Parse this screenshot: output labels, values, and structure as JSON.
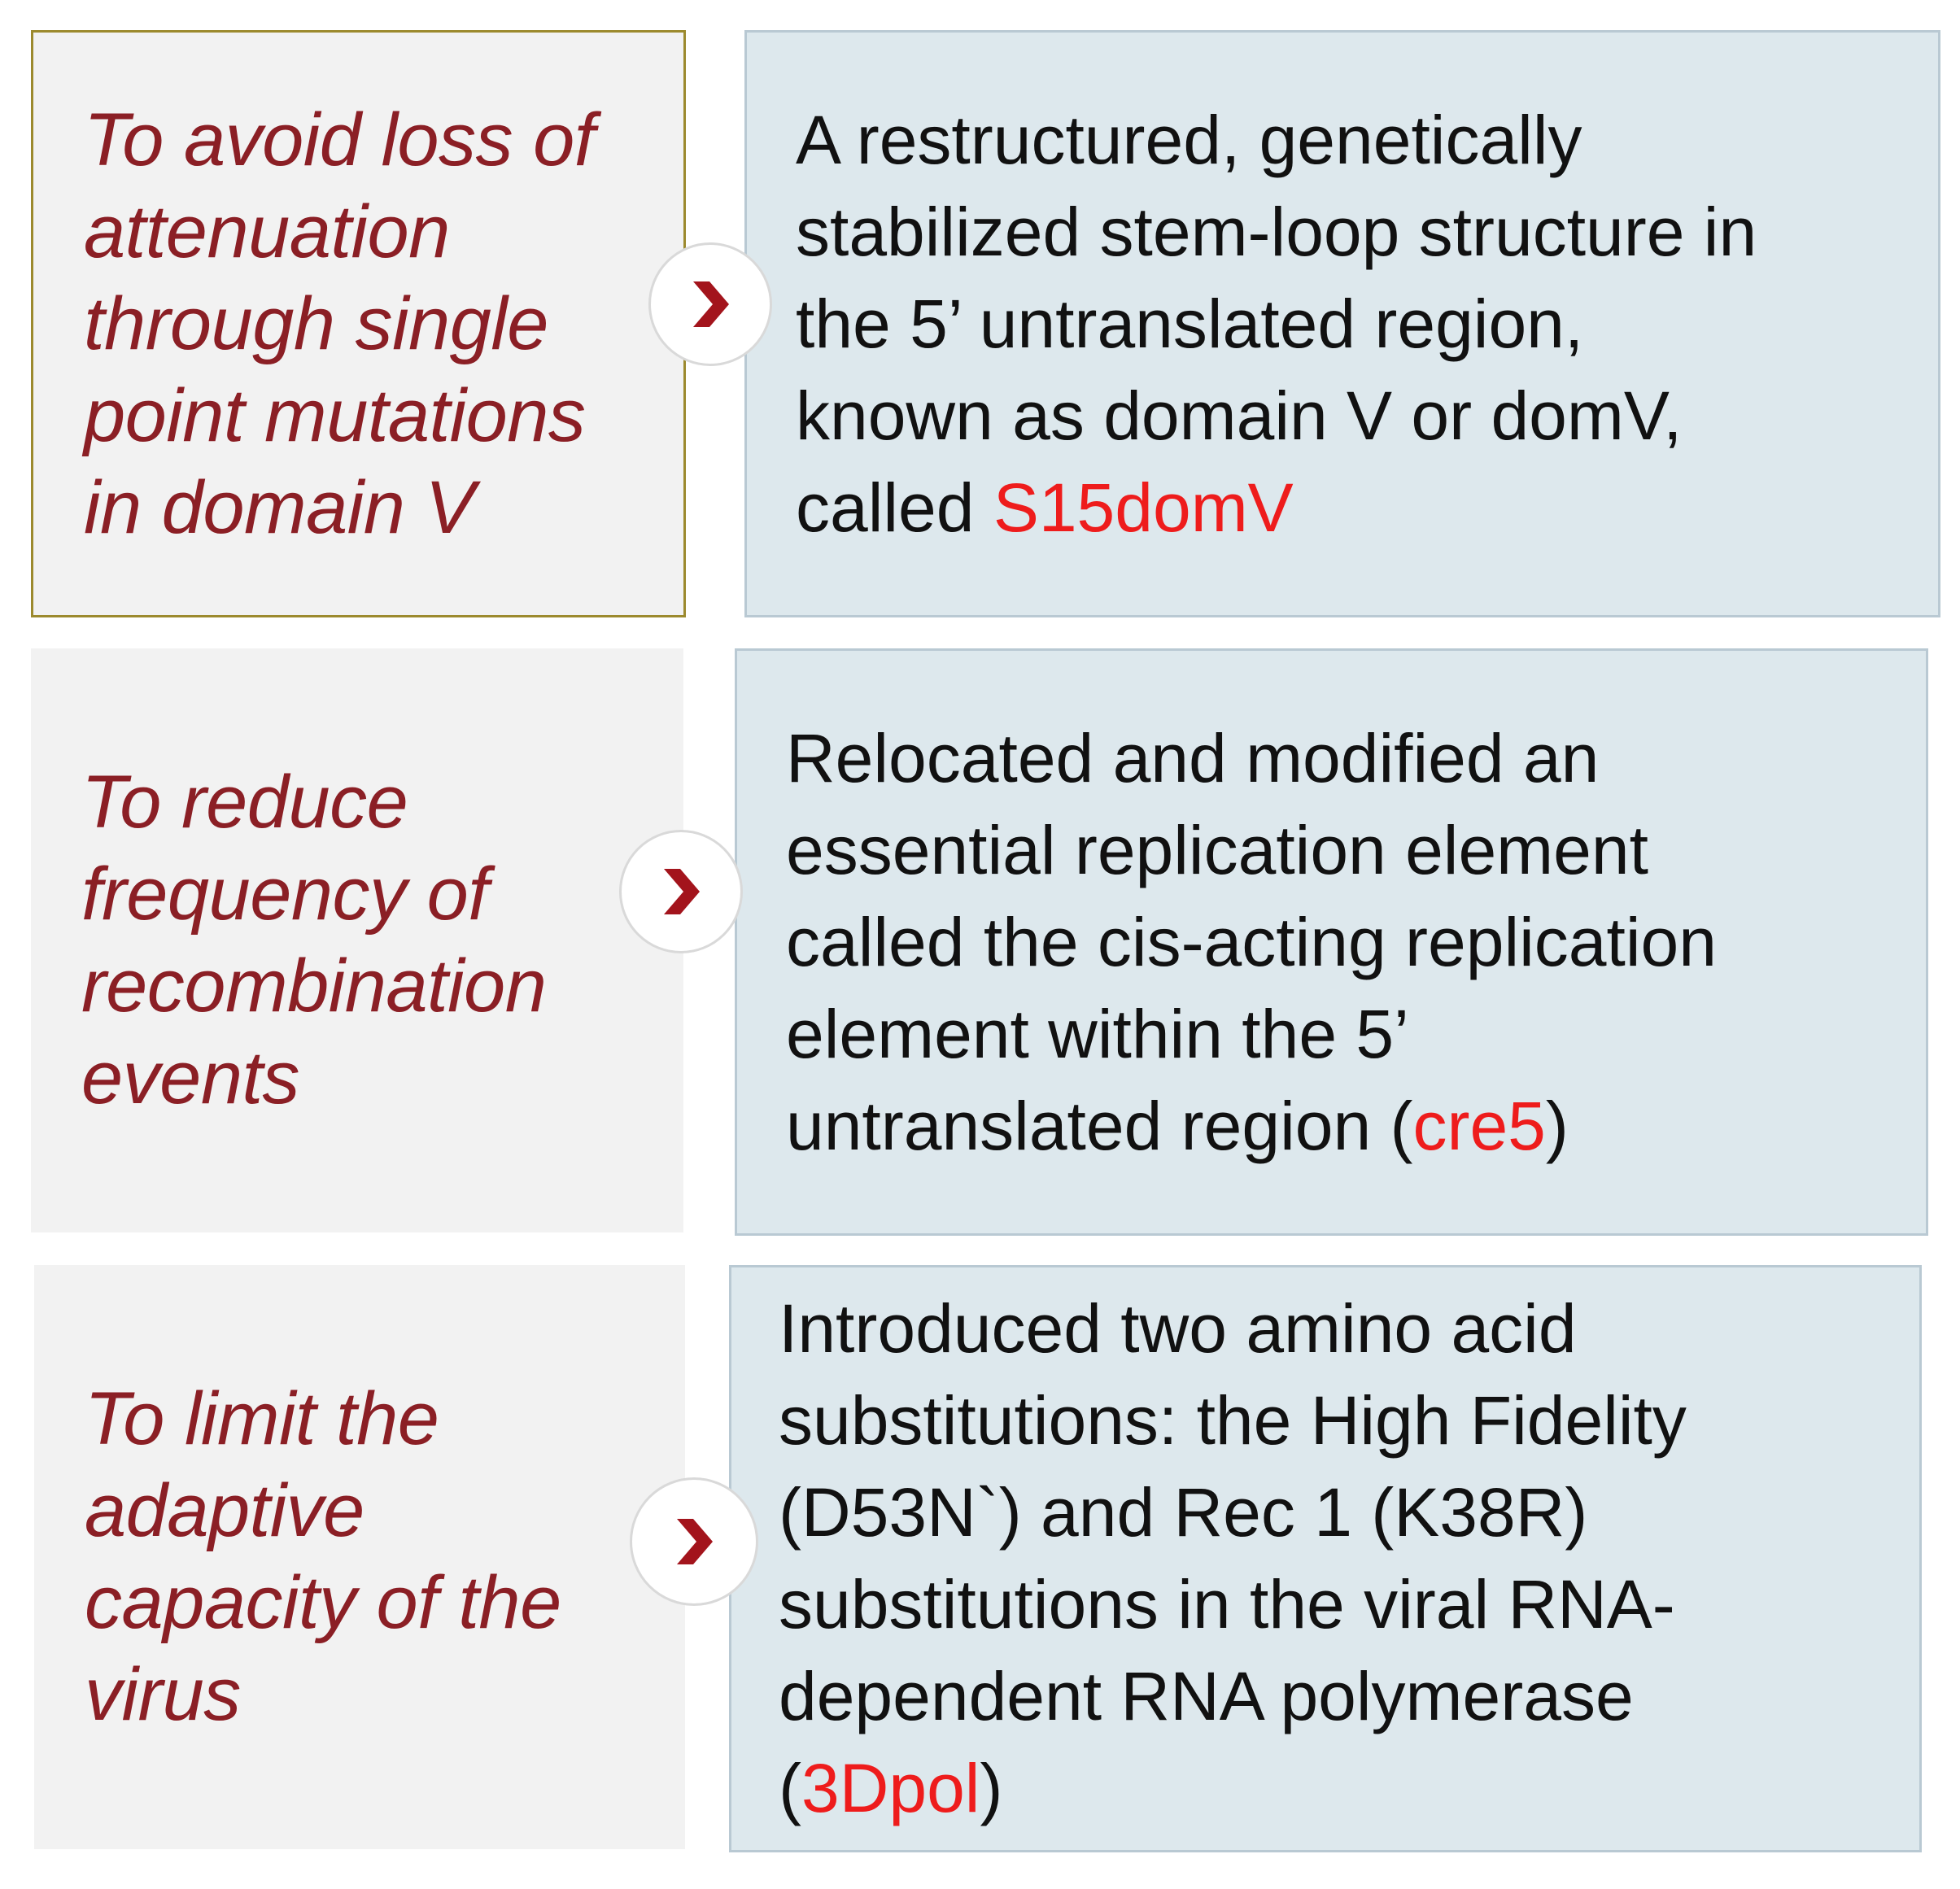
{
  "rows": [
    {
      "goal": "To avoid loss of\nattenuation\nthrough single\npoint mutations\nin domain V",
      "method_text": "A restructured, genetically\nstabilized stem-loop structure in\nthe 5’ untranslated region,\nknown as domain V or domV,\ncalled ",
      "method_highlight": "S15domV",
      "method_suffix": ""
    },
    {
      "goal": "To reduce\nfrequency of\nrecombination\nevents",
      "method_text": "Relocated and modified an\nessential replication element\ncalled the cis-acting replication\nelement within the 5’\nuntranslated region (",
      "method_highlight": "cre5",
      "method_suffix": ")"
    },
    {
      "goal": "To limit the\nadaptive\ncapacity of the\nvirus",
      "method_text": "Introduced two amino acid\nsubstitutions: the High Fidelity\n(D53N`) and Rec 1 (K38R)\nsubstitutions in the viral RNA-\ndependent RNA polymerase\n(",
      "method_highlight": "3Dpol",
      "method_suffix": ")"
    }
  ],
  "arrow_icon": "chevron-right-icon",
  "colors": {
    "goal_text": "#8b1f25",
    "highlight": "#ee1c1c",
    "goal_bg": "#f2f2f2",
    "method_bg": "#dde8ed",
    "first_goal_border": "#9c8a2e"
  }
}
